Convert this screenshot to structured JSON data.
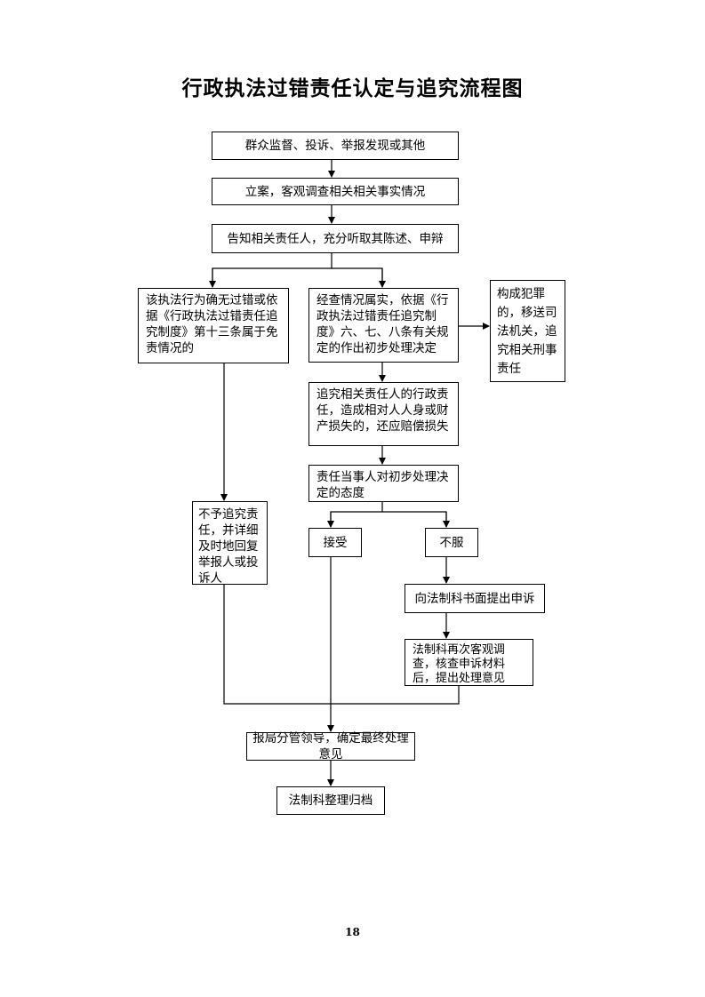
{
  "title": "行政执法过错责任认定与追究流程图",
  "steps": {
    "discovery": "群众监督、投诉、举报发现或其他",
    "filing": "立案，客观调查相关相关事实情况",
    "notify": "告知相关责任人，充分听取其陈述、申辩",
    "no_fault": "该执法行为确无过错或依据《行政执法过错责任追究制度》第十三条属于免责情况的",
    "fault_found": "经查情况属实，依据《行政执法过错责任追究制度》六、七、八条有关规定的作出初步处理决定",
    "crime": "构成犯罪的，移送司法机关，追究相关刑事责任",
    "compensation": "追究相关责任人的行政责任，造成相对人人身或财产损失的，还应赔偿损失",
    "attitude": "责任当事人对初步处理决定的态度",
    "no_liability": "不予追究责任，并详细及时地回复举报人或投诉人",
    "accept": "接受",
    "reject": "不服",
    "appeal": "向法制科书面提出申诉",
    "reinvestigate": "法制科再次客观调查，核查申诉材料后，提出处理意见",
    "report_leader": "报局分管领导，确定最终处理意见",
    "archive": "法制科整理归档"
  },
  "page_number": "18"
}
